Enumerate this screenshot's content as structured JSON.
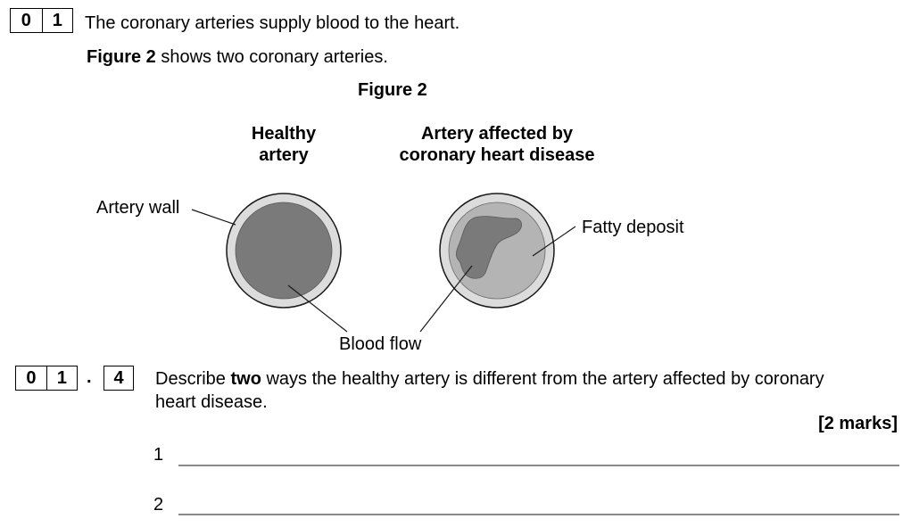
{
  "question": {
    "number_digits": [
      "0",
      "1"
    ],
    "intro": "The coronary arteries supply blood to the heart.",
    "figure_ref_bold": "Figure 2",
    "figure_ref_rest": " shows two coronary arteries."
  },
  "figure": {
    "title": "Figure 2",
    "healthy_label_line1": "Healthy",
    "healthy_label_line2": "artery",
    "diseased_label_line1": "Artery affected by",
    "diseased_label_line2": "coronary heart disease",
    "annotations": {
      "artery_wall": "Artery wall",
      "fatty_deposit": "Fatty deposit",
      "blood_flow": "Blood flow"
    },
    "colors": {
      "wall": "#dcdcdc",
      "lumen": "#7a7a7a",
      "fatty_deposit": "#b4b4b4",
      "outline": "#1a1a1a"
    }
  },
  "subquestion": {
    "number_digits": [
      "0",
      "1"
    ],
    "separator": ".",
    "part": "4",
    "text_prefix": "Describe ",
    "text_bold": "two",
    "text_line1_rest": " ways the healthy artery is different from the artery affected by coronary",
    "text_line2": "heart disease.",
    "marks": "[2 marks]",
    "answer_lines": [
      {
        "label": "1"
      },
      {
        "label": "2"
      }
    ]
  }
}
